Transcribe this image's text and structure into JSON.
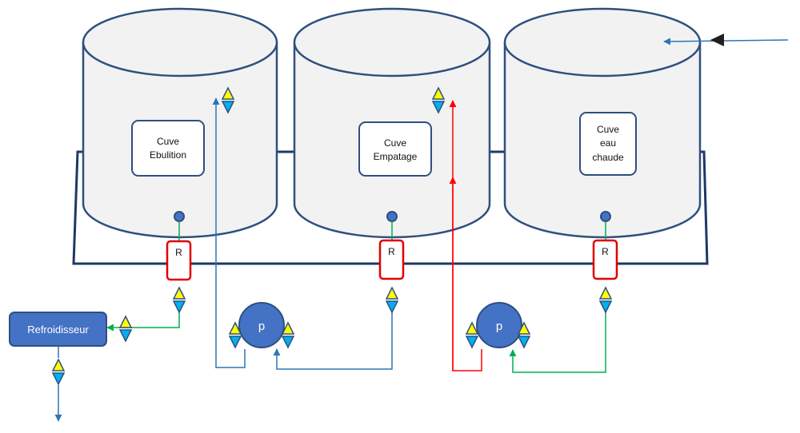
{
  "tanks": [
    {
      "name": "cuve-ebulition",
      "line1": "Cuve",
      "line2": "Ebulition",
      "line3": ""
    },
    {
      "name": "cuve-empatage",
      "line1": "Cuve",
      "line2": "Empatage",
      "line3": ""
    },
    {
      "name": "cuve-eau-chaude",
      "line1": "Cuve",
      "line2": "eau",
      "line3": "chaude"
    }
  ],
  "valves": [
    "R",
    "R",
    "R"
  ],
  "pumps": [
    "p",
    "p"
  ],
  "cooler": {
    "label": "Refroidisseur"
  },
  "colors": {
    "tank_fill": "#f2f2f2",
    "tank_stroke": "#2f4f7f",
    "pipe_blue": "#2e75b6",
    "pipe_red": "#ff0000",
    "pipe_green": "#00b050",
    "valve_stroke": "#e00000",
    "pump_fill": "#4472c4",
    "cooler_fill": "#4472c4",
    "connector_yellow": "#ffff00",
    "connector_cyan": "#00b0f0"
  }
}
